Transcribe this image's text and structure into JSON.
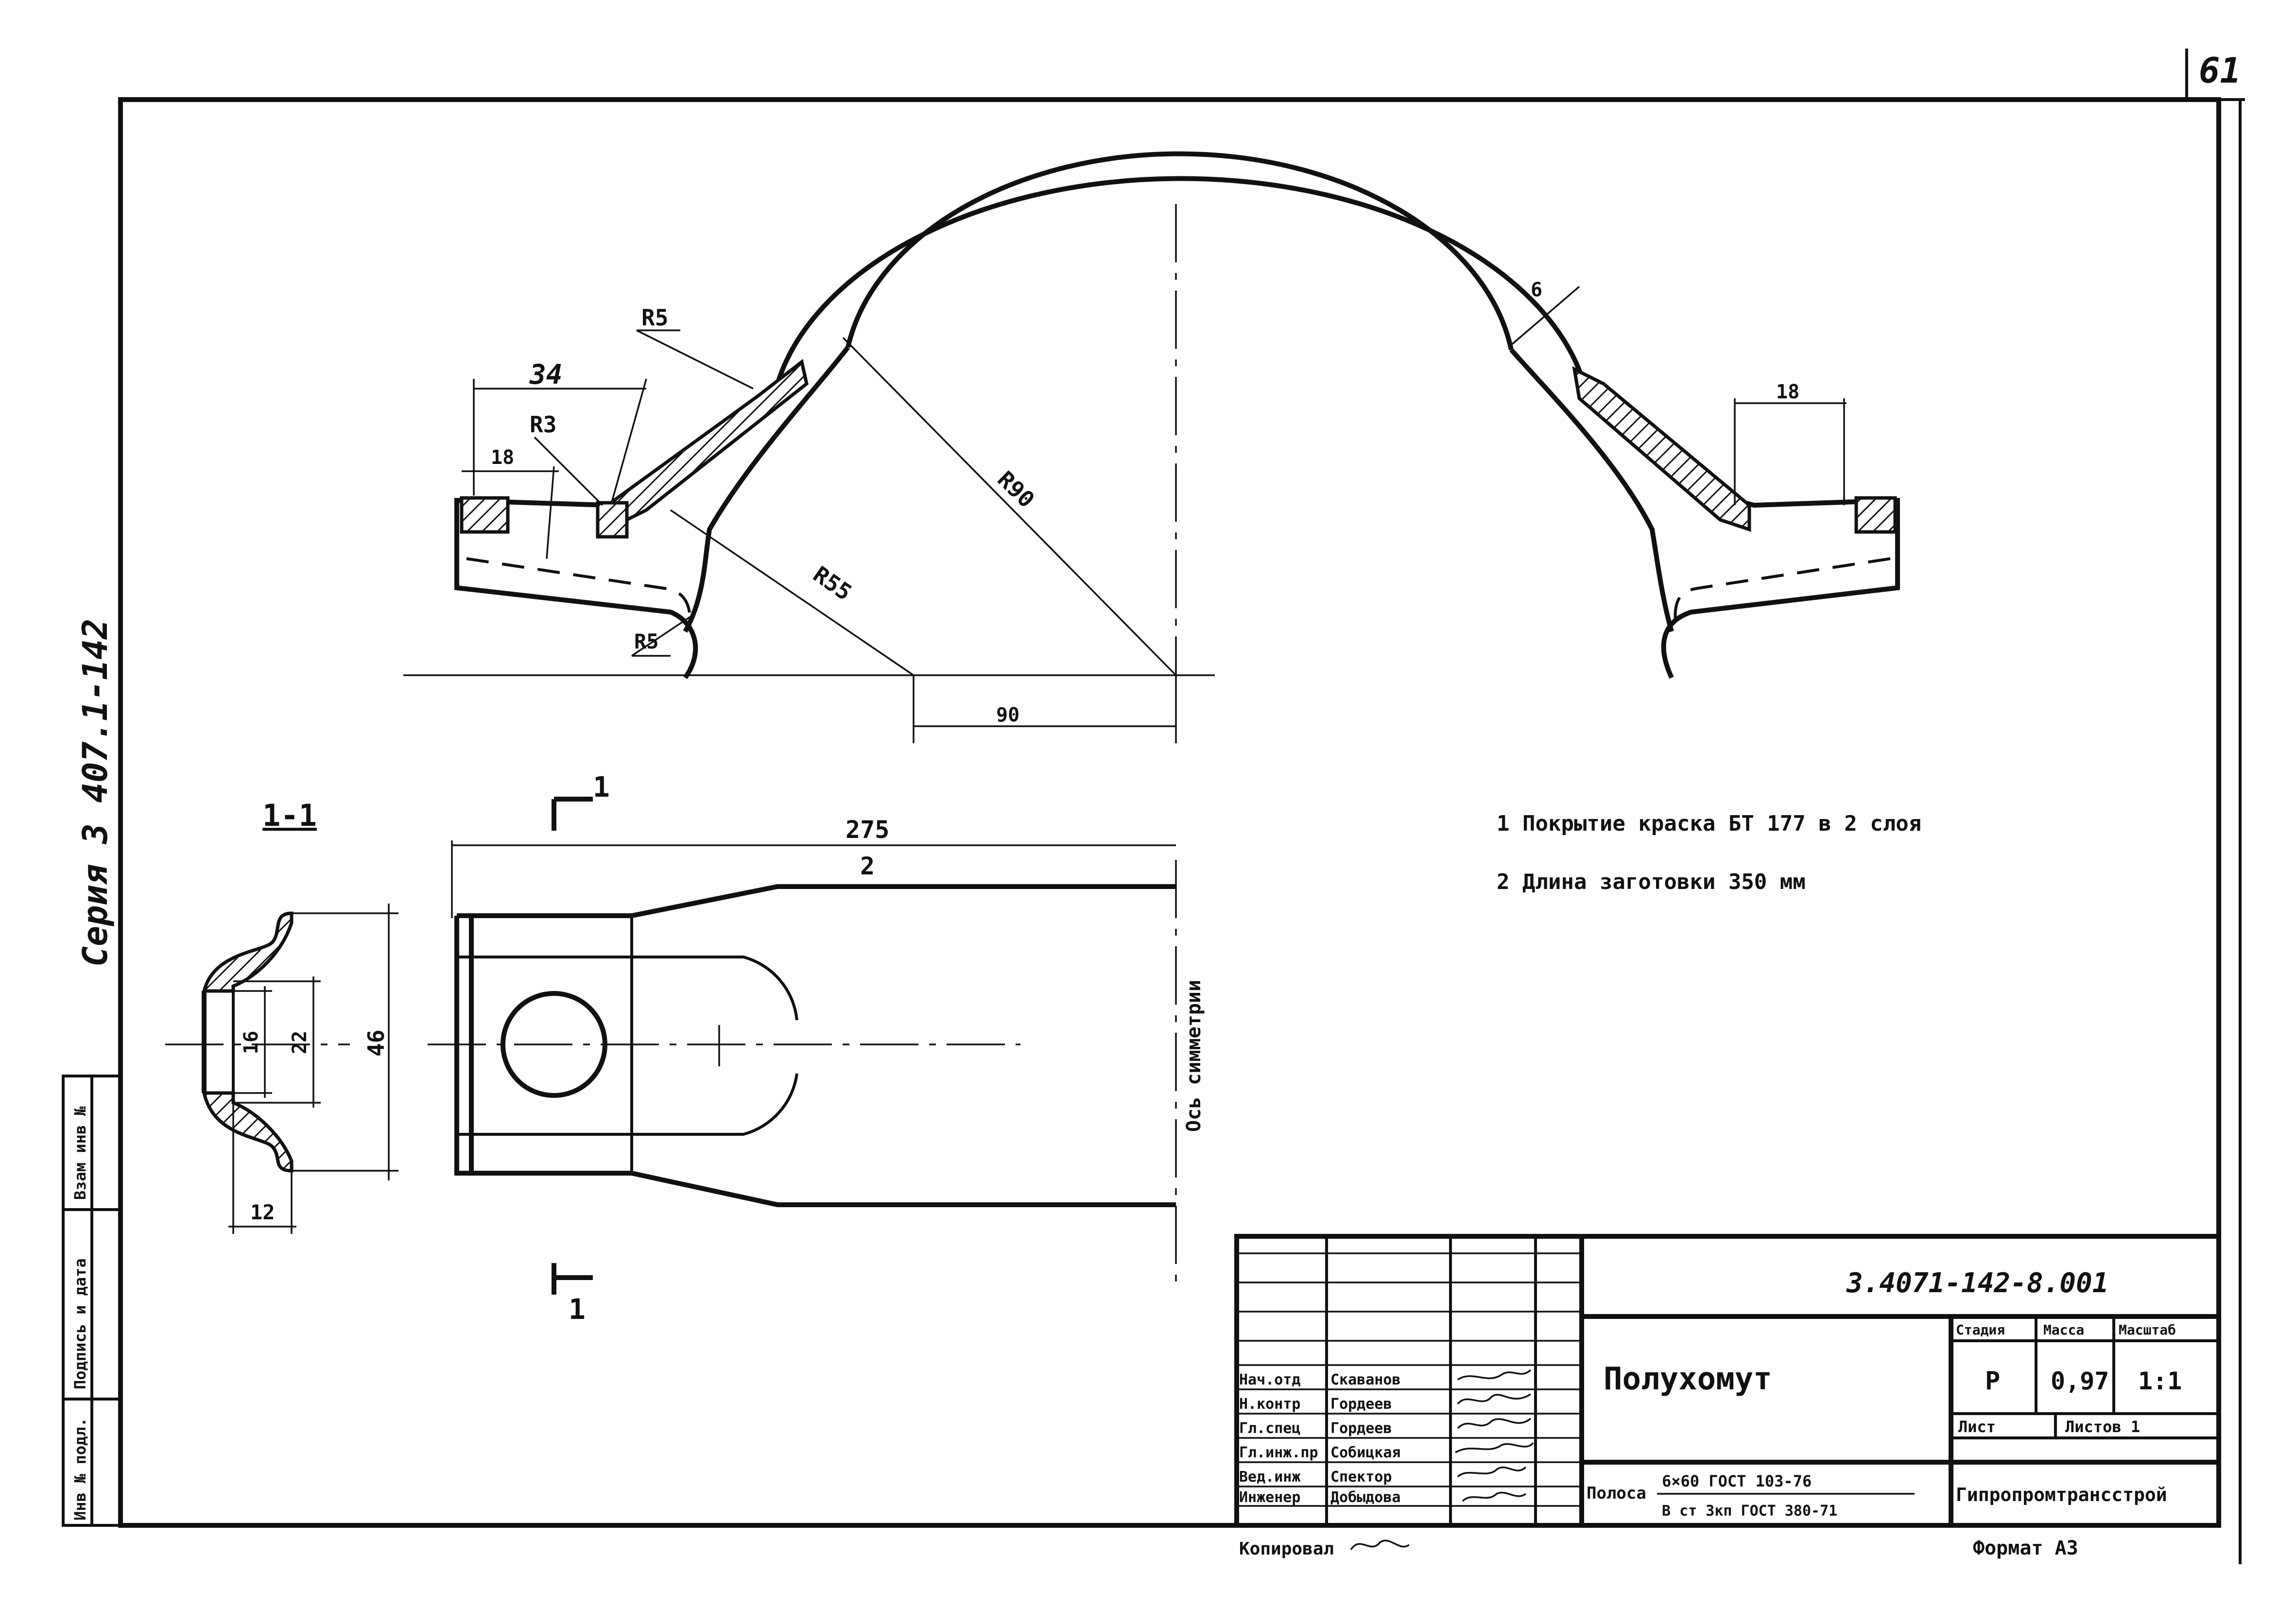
{
  "sheet": {
    "page_number": "61",
    "series": "Серия 3 407.1-142",
    "margin_labels": [
      "Инв № подл.",
      "Подпись и дата",
      "Взам инв №"
    ]
  },
  "drawing": {
    "radii": [
      "R5",
      "R3",
      "R90",
      "R55",
      "R5"
    ],
    "top_dims": [
      "34",
      "18",
      "6",
      "18",
      "90"
    ],
    "plan_dims": [
      "275",
      "2"
    ],
    "section_label": "1-1",
    "section_marks": [
      "1",
      "1"
    ],
    "section_dims": [
      "16",
      "22",
      "46",
      "12"
    ],
    "symmetry_axis_label": "Ось симметрии"
  },
  "notes": [
    "1 Покрытие  краска БТ 177 в 2 слоя",
    "2 Длина заготовки 350 мм"
  ],
  "title_block": {
    "designation": "3.4071-142-8.001",
    "name": "Полухомут",
    "roles": [
      "Нач.отд",
      "Н.контр",
      "Гл.спец",
      "Гл.инж.пр",
      "Вед.инж",
      "Инженер"
    ],
    "persons": [
      "Скаванов",
      "Гордеев",
      "Гордеев",
      "Собицкая",
      "Спектор",
      "Добыдова"
    ],
    "col_headers": [
      "Стадия",
      "Масса",
      "Масштаб"
    ],
    "stage": "Р",
    "mass": "0,97",
    "scale": "1:1",
    "sheet_label": "Лист",
    "sheets_label": "Листов 1",
    "material_prefix": "Полоса",
    "material_top": "6×60  ГОСТ 103-76",
    "material_bottom": "В ст 3кп ГОСТ 380-71",
    "organization": "Гипропромтрансстрой",
    "copied_by": "Копировал",
    "format": "Формат А3"
  }
}
